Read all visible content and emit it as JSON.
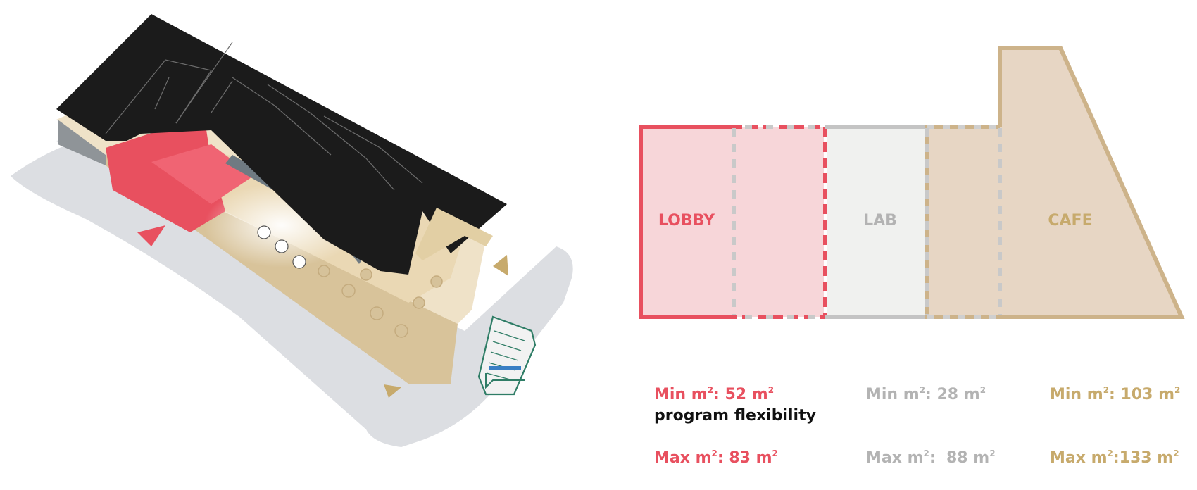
{
  "colors": {
    "lobby": "#e8505f",
    "lobby_fill": "#f7d6d9",
    "lab": "#b8b8b8",
    "lab_fill": "#f0f1ef",
    "cafe": "#c7aa6c",
    "cafe_fill": "#e7d6c4",
    "roof": "#1b1b1b",
    "ground": "#dcdee2",
    "floor": "#eadbbd"
  },
  "zones": [
    {
      "id": "lobby",
      "label": "LOBBY",
      "min_label": "Min m",
      "min_value": ": 52 m",
      "max_label": "Max m",
      "max_value": ": 83 m"
    },
    {
      "id": "lab",
      "label": "LAB",
      "min_label": "Min m",
      "min_value": ": 28 m",
      "max_label": "Max m",
      "max_value": ":  88 m"
    },
    {
      "id": "cafe",
      "label": "CAFE",
      "min_label": "Min m",
      "min_value": ": 103 m",
      "max_label": "Max m",
      "max_value": ":133 m"
    }
  ],
  "superscript": "2",
  "caption": "program flexibility"
}
